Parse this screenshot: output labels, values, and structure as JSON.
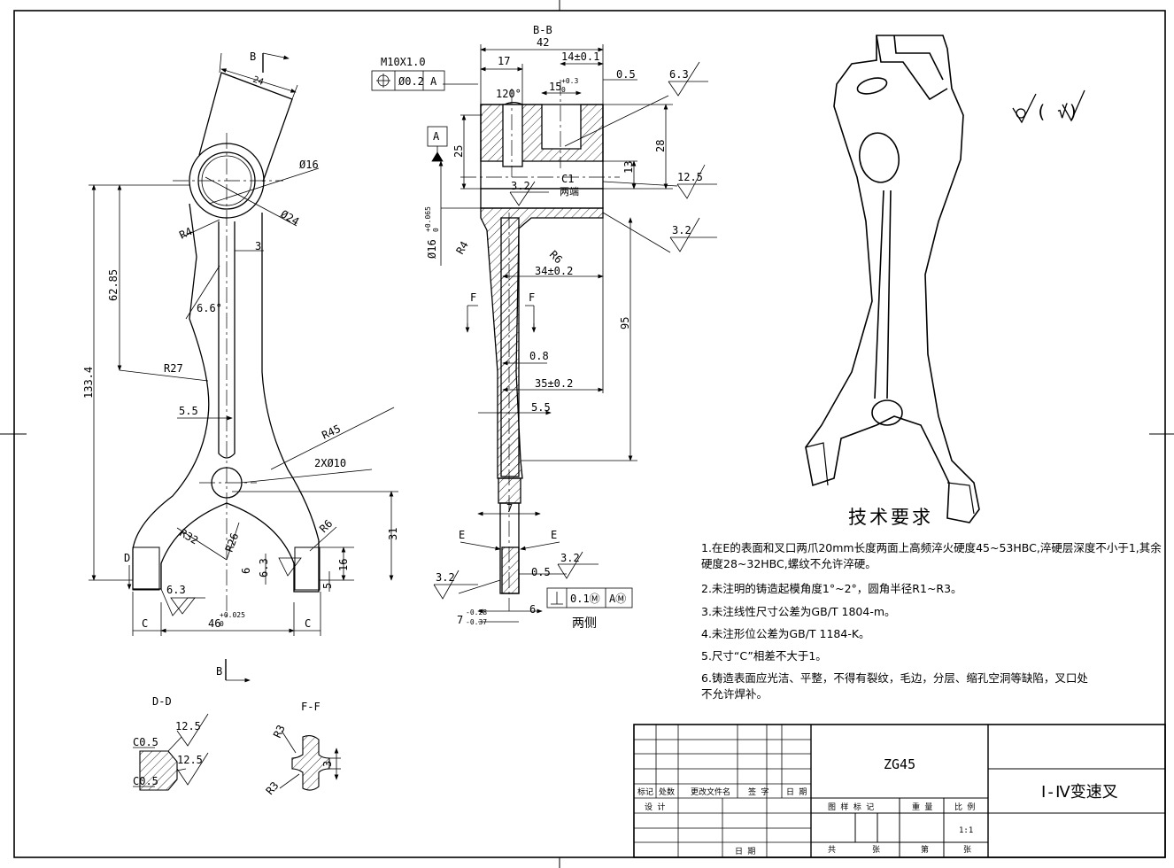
{
  "drawing": {
    "material": "ZG45",
    "part_name": "Ⅰ-Ⅳ变速叉",
    "scale": "1:1",
    "surface_symbol_rest": "( √)"
  },
  "title_block": {
    "mark": "标记",
    "count": "处数",
    "change_doc": "更改文件名",
    "sign": "签 字",
    "date_col": "日 期",
    "design": "设 计",
    "date": "日 期",
    "pattern_mark": "图 样 标 记",
    "weight": "重 量",
    "ratio": "比 例",
    "total": "共",
    "sheets": "张",
    "no": "第",
    "sheet": "张"
  },
  "technical_requirements": {
    "title": "技术要求",
    "items": [
      "1.在E的表面和叉口两爪20mm长度两面上高频淬火硬度45~53HBC,淬硬层深度不小于1,其余硬度28~32HBC,螺纹不允许淬硬。",
      "2.未注明的铸造起模角度1°~2°，圆角半径R1~R3。",
      "3.未注线性尺寸公差为GB/T 1804-m。",
      "4.未注形位公差为GB/T 1184-K。",
      "5.尺寸“C”相差不大于1。",
      "6.铸造表面应光洁、平整，不得有裂纹，毛边，分层、缩孔空洞等缺陷，叉口处不允许焊补。"
    ]
  },
  "front_view": {
    "view_b": "B",
    "d24": "24",
    "d16": "Ø16",
    "d24b": "Ø24",
    "r4": "R4",
    "d3": "3",
    "d62": "62.85",
    "ang": "6.6°",
    "r27": "R27",
    "d133": "133.4",
    "d55": "5.5",
    "r45": "R45",
    "holes": "2XØ10",
    "r32": "R32",
    "r26": "R26",
    "r6": "R6",
    "d31": "31",
    "d16b": "16",
    "d5": "5",
    "d6": "6",
    "ra63": "6.3",
    "ra63b": "6.3",
    "d46": "46",
    "tol46": "+0.025",
    "tol46b": "0",
    "c": "C",
    "d": "D"
  },
  "section_bb": {
    "title": "B-B",
    "d42": "42",
    "d17": "17",
    "d14": "14±0.1",
    "d05": "0.5",
    "d15": "15",
    "tol15a": "+0.3",
    "tol15b": "0",
    "ang120": "120°",
    "thread": "M10X1.0",
    "pos_sym": "Ø0.2",
    "datum": "A",
    "d25": "25",
    "d28": "28",
    "d13": "13",
    "c1": "C1",
    "both": "两端",
    "r4": "R4",
    "r6": "R6",
    "d16": "Ø16",
    "tol16a": "+0.065",
    "tol16b": "0",
    "d34": "34±0.2",
    "d95": "95",
    "f": "F",
    "d08": "0.8",
    "d35": "35±0.2",
    "d55": "5.5",
    "d7": "7",
    "e": "E",
    "d05b": "0.5",
    "d6": "6",
    "d7b": "7",
    "tol7a": "-0.28",
    "tol7b": "-0.37",
    "perp": "0.1Ⓜ",
    "perp_datum": "AⓂ",
    "both_sides": "两侧",
    "ra63": "6.3",
    "ra125": "12.5",
    "ra32a": "3.2",
    "ra32b": "3.2",
    "ra32c": "3.2",
    "ra32d": "3.2"
  },
  "section_dd": {
    "title": "D-D",
    "c05a": "C0.5",
    "c05b": "C0.5",
    "ra1": "12.5",
    "ra2": "12.5"
  },
  "section_ff": {
    "title": "F-F",
    "r3a": "R3",
    "r3b": "R3",
    "d3": "3"
  }
}
